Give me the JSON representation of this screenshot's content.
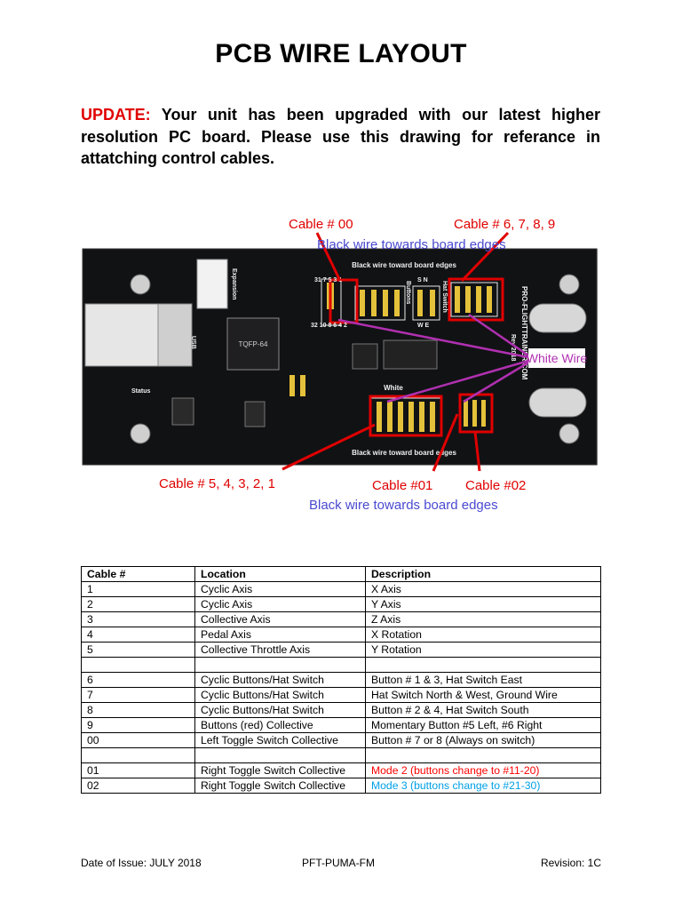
{
  "title": "PCB WIRE LAYOUT",
  "update": {
    "label": "UPDATE:",
    "text": "Your unit has been upgraded with our latest higher resolution PC board.   Please use this drawing for referance in attatching control cables."
  },
  "figure": {
    "annotations": {
      "cable_00": "Cable # 00",
      "cable_6789": "Cable #  6, 7, 8, 9",
      "black_top": "Black wire towards board edges",
      "white_wire": "White Wire",
      "cable_54321": "Cable # 5, 4, 3, 2, 1",
      "cable_01": "Cable #01",
      "cable_02": "Cable #02",
      "black_bottom": "Black wire towards board edges"
    },
    "silkscreen": {
      "edge_top": "Black wire toward board edges",
      "edge_bottom": "Black wire toward board edges",
      "chip": "TQFP-64",
      "usb": "USB",
      "expansion": "Expansion",
      "buttons": "Buttons",
      "hat_switch": "Hat Switch",
      "status": "Status",
      "white": "White",
      "brand": "PRO-FLIGHTTRAINER.COM",
      "rev": "Rev 2018",
      "nums_top": "31  7  5  3  1",
      "nums_mid": "32  10  8  6  4  2",
      "sn": "S  N",
      "we": "W  E"
    }
  },
  "table": {
    "headers": [
      "Cable #",
      "Location",
      "Description"
    ],
    "rows": [
      [
        "1",
        "Cyclic Axis",
        "X Axis"
      ],
      [
        "2",
        "Cyclic Axis",
        "Y Axis"
      ],
      [
        "3",
        "Collective Axis",
        "Z Axis"
      ],
      [
        "4",
        "Pedal Axis",
        "X Rotation"
      ],
      [
        "5",
        "Collective Throttle Axis",
        "Y Rotation"
      ],
      [
        "",
        "",
        ""
      ],
      [
        "6",
        "Cyclic Buttons/Hat Switch",
        "Button # 1 & 3, Hat Switch East"
      ],
      [
        "7",
        "Cyclic Buttons/Hat Switch",
        "Hat Switch North & West, Ground Wire"
      ],
      [
        "8",
        "Cyclic Buttons/Hat Switch",
        "Button # 2 & 4, Hat Switch South"
      ],
      [
        "9",
        "Buttons (red) Collective",
        "Momentary Button  #5 Left,  #6 Right"
      ],
      [
        "00",
        "Left Toggle Switch Collective",
        "Button # 7 or 8 (Always on switch)"
      ],
      [
        "",
        "",
        ""
      ],
      [
        "01",
        "Right Toggle Switch Collective",
        "Mode 2 (buttons change to #11-20)"
      ],
      [
        "02",
        "Right Toggle Switch Collective",
        "Mode 3 (buttons change to #21-30)"
      ]
    ]
  },
  "colors": {
    "update_label": "#e00000",
    "mode2": "#ff0000",
    "mode3": "#00a0e6",
    "annotation": "#e00000",
    "edge_note": "#4a4ad0",
    "white_wire": "#b030b0"
  },
  "footer": {
    "left": "Date of Issue: JULY  2018",
    "mid": "PFT-PUMA-FM",
    "right": "Revision: 1C"
  }
}
